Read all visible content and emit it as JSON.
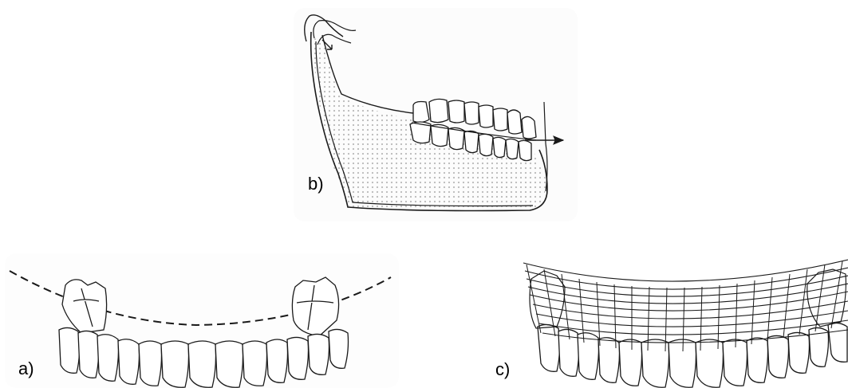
{
  "figure": {
    "panels": [
      {
        "id": "b",
        "label": "b)"
      },
      {
        "id": "a",
        "label": "a)"
      },
      {
        "id": "c",
        "label": "c)"
      }
    ]
  },
  "colors": {
    "ink": "#1a1a1a",
    "dots": "#b9b9b9",
    "background": "#ffffff"
  }
}
